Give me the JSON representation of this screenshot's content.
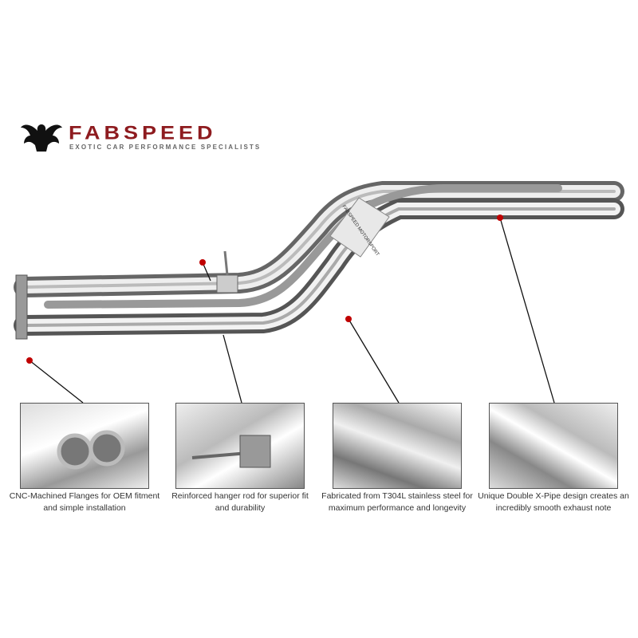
{
  "logo": {
    "brand": "FABSPEED",
    "tagline": "EXOTIC CAR PERFORMANCE SPECIALISTS",
    "badge_text": "FABSPEED MOTORSPORT",
    "brand_color": "#8e1b1f"
  },
  "callout_color": "#c00000",
  "features": [
    {
      "caption": "CNC-Machined Flanges for OEM fitment and simple installation"
    },
    {
      "caption": "Reinforced hanger rod for superior fit and durability"
    },
    {
      "caption": "Fabricated from T304L stainless steel for maximum performance and longevity"
    },
    {
      "caption": "Unique Double X-Pipe design creates an incredibly smooth exhaust note"
    }
  ]
}
